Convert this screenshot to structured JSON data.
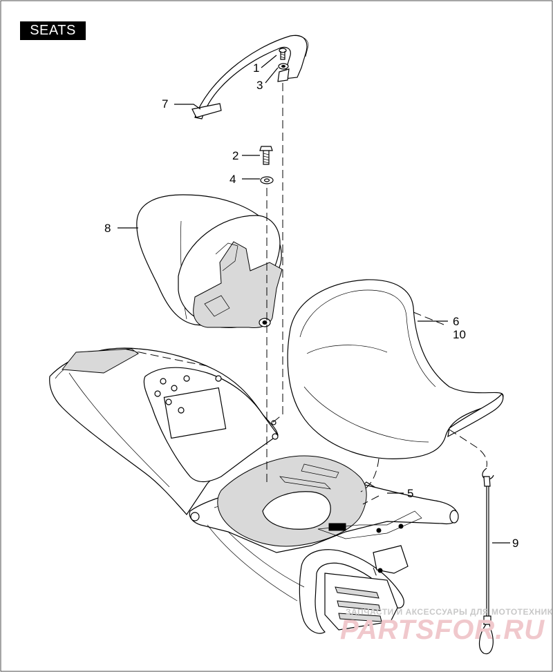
{
  "title": "SEATS",
  "callouts": [
    {
      "id": "1",
      "label": "1"
    },
    {
      "id": "2",
      "label": "2"
    },
    {
      "id": "3",
      "label": "3"
    },
    {
      "id": "4",
      "label": "4"
    },
    {
      "id": "5",
      "label": "5"
    },
    {
      "id": "6",
      "label": "6"
    },
    {
      "id": "7",
      "label": "7"
    },
    {
      "id": "8",
      "label": "8"
    },
    {
      "id": "9",
      "label": "9"
    },
    {
      "id": "10",
      "label": "10"
    }
  ],
  "watermark": {
    "tagline": "ЗАПЧАСТИ И АКСЕССУАРЫ ДЛЯ МОТОТЕХНИКИ",
    "brand": "PARTSFOR.RU"
  }
}
